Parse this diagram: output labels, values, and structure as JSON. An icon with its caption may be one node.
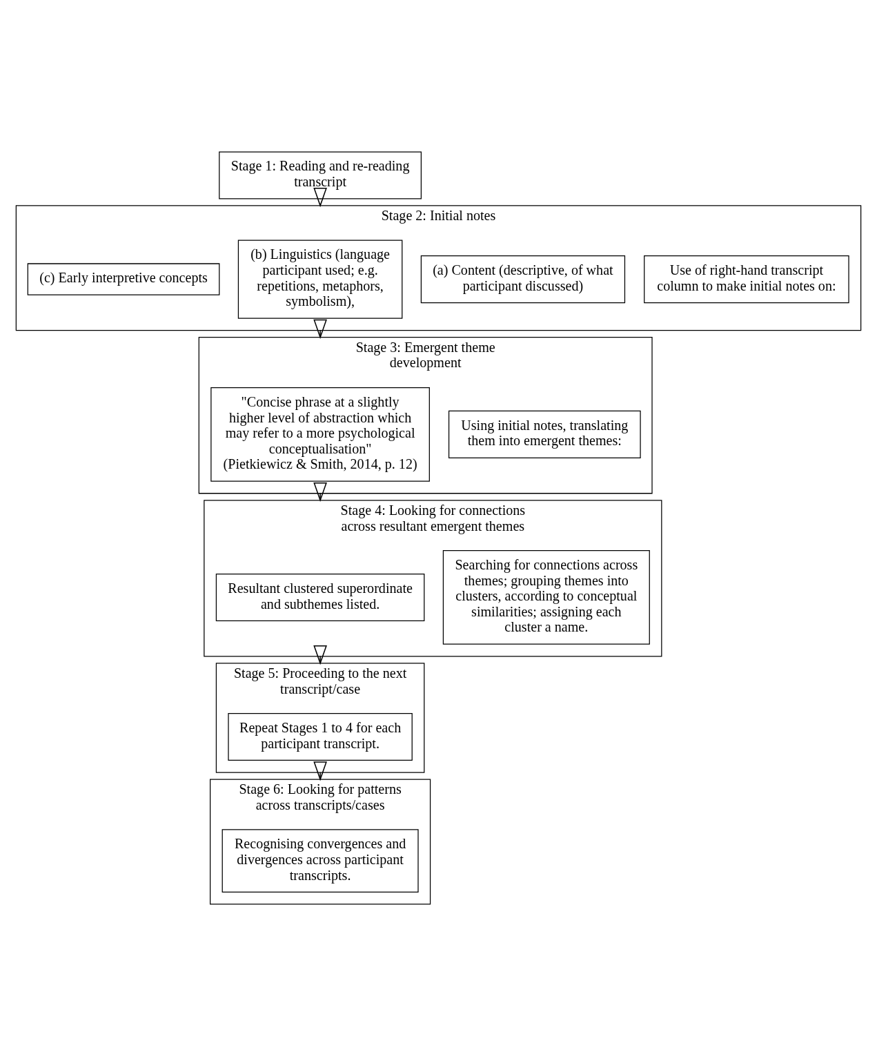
{
  "diagram": {
    "nodes": [
      {
        "text": [
          "Stage 1: Reading and re-reading transcript"
        ]
      },
      {
        "text": [
          "Stage 2: Initial notes"
        ]
      },
      {
        "text": [
          "Use of right-hand transcript column to make initial notes on:"
        ],
        "in": 1
      },
      {
        "text": [
          "(a) Content (descriptive, of what participant discussed)"
        ],
        "in": 1
      },
      {
        "text": [
          "(b) Linguistics (language participant used; e.g. repetitions, metaphors, symbolism),"
        ],
        "in": 1
      },
      {
        "text": [
          "(c) Early interpretive concepts"
        ],
        "in": 1
      },
      {
        "text": [
          "Stage 3: Emergent theme development"
        ]
      },
      {
        "text": [
          "Using initial notes, translating them into emergent themes:"
        ],
        "in": 6
      },
      {
        "text": [
          "\"Concise phrase at a slightly higher level of abstraction which may refer to a more psychological conceptualisation\"",
          "(Pietkiewicz & Smith, 2014, p. 12)"
        ],
        "in": 6
      },
      {
        "text": [
          "Stage 4: Looking for connections across resultant emergent themes"
        ]
      },
      {
        "text": [
          "Searching for connections across themes; grouping themes into clusters, according to conceptual similarities; assigning each cluster a name."
        ],
        "in": 9
      },
      {
        "text": [
          "Resultant clustered superordinate and subthemes listed."
        ],
        "in": 9
      },
      {
        "text": [
          "Stage 5: Proceeding to the next transcript/case"
        ]
      },
      {
        "text": [
          "Repeat Stages 1 to 4 for each participant transcript."
        ],
        "in": 12
      },
      {
        "text": [
          "Stage 6: Looking for patterns across transcripts/cases"
        ]
      },
      {
        "text": [
          "Recognising convergences and divergences across participant transcripts."
        ],
        "in": 14
      }
    ],
    "edges": [
      {
        "from": 0,
        "to": 1,
        "arrow": "to"
      },
      {
        "from": 1,
        "to": 6,
        "arrow": "to"
      },
      {
        "from": 6,
        "to": 9,
        "arrow": "to"
      },
      {
        "from": 9,
        "to": 12,
        "arrow": "to"
      },
      {
        "from": 12,
        "to": 14,
        "arrow": "to"
      }
    ]
  }
}
